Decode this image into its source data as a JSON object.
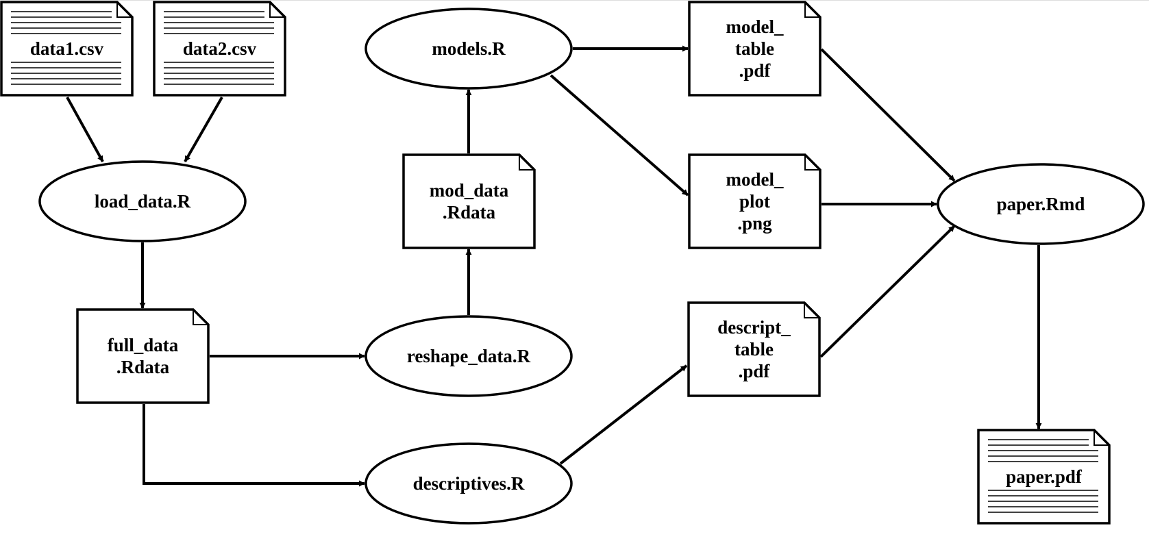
{
  "diagram": {
    "nodes": [
      {
        "id": "data1",
        "type": "document-lined",
        "lines": [
          "data1.csv"
        ]
      },
      {
        "id": "data2",
        "type": "document-lined",
        "lines": [
          "data2.csv"
        ]
      },
      {
        "id": "load_data",
        "type": "ellipse",
        "lines": [
          "load_data.R"
        ]
      },
      {
        "id": "full_data",
        "type": "document",
        "lines": [
          "full_data",
          ".Rdata"
        ]
      },
      {
        "id": "reshape_data",
        "type": "ellipse",
        "lines": [
          "reshape_data.R"
        ]
      },
      {
        "id": "mod_data",
        "type": "document",
        "lines": [
          "mod_data",
          ".Rdata"
        ]
      },
      {
        "id": "models",
        "type": "ellipse",
        "lines": [
          "models.R"
        ]
      },
      {
        "id": "descriptives",
        "type": "ellipse",
        "lines": [
          "descriptives.R"
        ]
      },
      {
        "id": "model_table",
        "type": "document",
        "lines": [
          "model_",
          "table",
          ".pdf"
        ]
      },
      {
        "id": "model_plot",
        "type": "document",
        "lines": [
          "model_",
          "plot",
          ".png"
        ]
      },
      {
        "id": "descript_table",
        "type": "document",
        "lines": [
          "descript_",
          "table",
          ".pdf"
        ]
      },
      {
        "id": "paper_rmd",
        "type": "ellipse",
        "lines": [
          "paper.Rmd"
        ]
      },
      {
        "id": "paper_pdf",
        "type": "document-lined",
        "lines": [
          "paper.pdf"
        ]
      }
    ],
    "edges": [
      {
        "from": "data1",
        "to": "load_data"
      },
      {
        "from": "data2",
        "to": "load_data"
      },
      {
        "from": "load_data",
        "to": "full_data"
      },
      {
        "from": "full_data",
        "to": "reshape_data"
      },
      {
        "from": "full_data",
        "to": "descriptives"
      },
      {
        "from": "reshape_data",
        "to": "mod_data"
      },
      {
        "from": "mod_data",
        "to": "models"
      },
      {
        "from": "models",
        "to": "model_table"
      },
      {
        "from": "models",
        "to": "model_plot"
      },
      {
        "from": "descriptives",
        "to": "descript_table"
      },
      {
        "from": "model_table",
        "to": "paper_rmd"
      },
      {
        "from": "model_plot",
        "to": "paper_rmd"
      },
      {
        "from": "descript_table",
        "to": "paper_rmd"
      },
      {
        "from": "paper_rmd",
        "to": "paper_pdf"
      }
    ]
  }
}
